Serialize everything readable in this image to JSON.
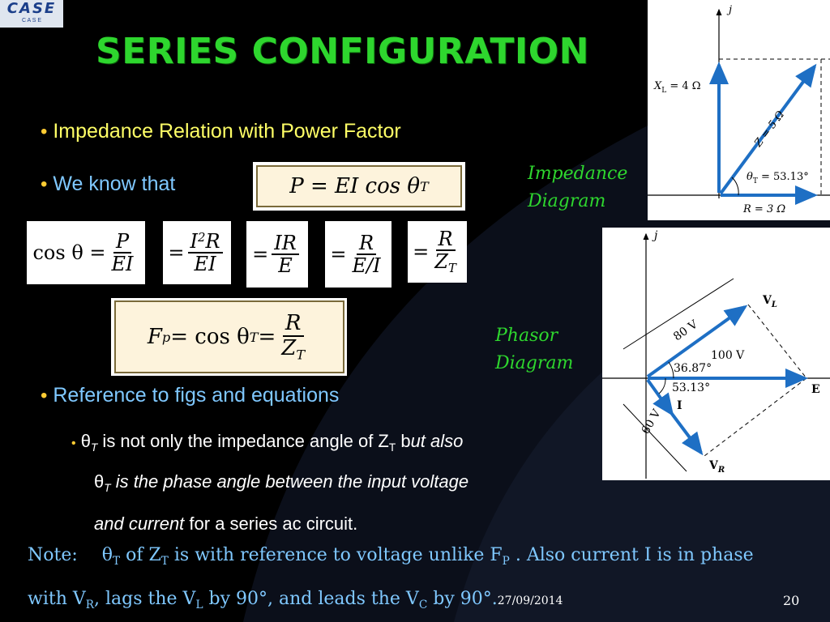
{
  "logo": {
    "text": "CASE",
    "subtext": "C A S E"
  },
  "title": "SERIES CONFIGURATION",
  "bullets": {
    "b1": "Impedance Relation with Power Factor",
    "b2": "We know that",
    "b3": "Reference to figs and equations"
  },
  "equations": {
    "p_eq": "P = EI cos θ",
    "cos_theta": "cos θ =",
    "P": "P",
    "EI": "EI",
    "eq": "=",
    "I2R": "I",
    "R": "R",
    "IR": "IR",
    "E": "E",
    "E_over_I": "E/I",
    "Z": "Z",
    "T": "T",
    "fp_lhs": "F",
    "fp_p": "p",
    "fp_mid": " = cos θ",
    "fp_eq": " ="
  },
  "sub_bullet": {
    "theta": "θ",
    "T": "T",
    "part1": " is not only the impedance angle of Z",
    "part2": " b",
    "part3": "ut also",
    "line2_rest": " is the phase angle between the input voltage",
    "line3_ital": "and current",
    "line3_rest": " for a series ac circuit."
  },
  "note": {
    "label": "Note:",
    "theta": "θ",
    "T": "T",
    "of": " of Z",
    "rest1": " is with reference to voltage unlike F",
    "P": "P",
    "rest2": " . Also current I is in phase",
    "line2a": "with V",
    "R": "R",
    "line2b": ", lags the V",
    "L": "L",
    "line2c": " by 90°, and leads the V",
    "C": "C",
    "line2d": " by 90°.",
    "date": "27/09/2014"
  },
  "page_number": "20",
  "impedance_diagram": {
    "label1": "Impedance",
    "label2": "Diagram",
    "j": "j",
    "xl": "X",
    "xl_sub": "L",
    "xl_val": " = 4 Ω",
    "z": "Z = 5 Ω",
    "theta": "θ",
    "theta_sub": "T",
    "theta_val": " = 53.13°",
    "r": "R = 3 Ω"
  },
  "phasor_diagram": {
    "label1": "Phasor",
    "label2": "Diagram",
    "j": "j",
    "vl": "V",
    "vl_sub": "L",
    "v80": "80 V",
    "v100": "100 V",
    "a1": "36.87°",
    "a2": "53.13°",
    "i": "I",
    "e": "E",
    "v60": "60 V",
    "vr": "V",
    "vr_sub": "R"
  },
  "colors": {
    "title": "#2ed62e",
    "bullet_yellow": "#ffff66",
    "bullet_blue": "#7fc8ff",
    "arrow": "#1e6fc4"
  }
}
